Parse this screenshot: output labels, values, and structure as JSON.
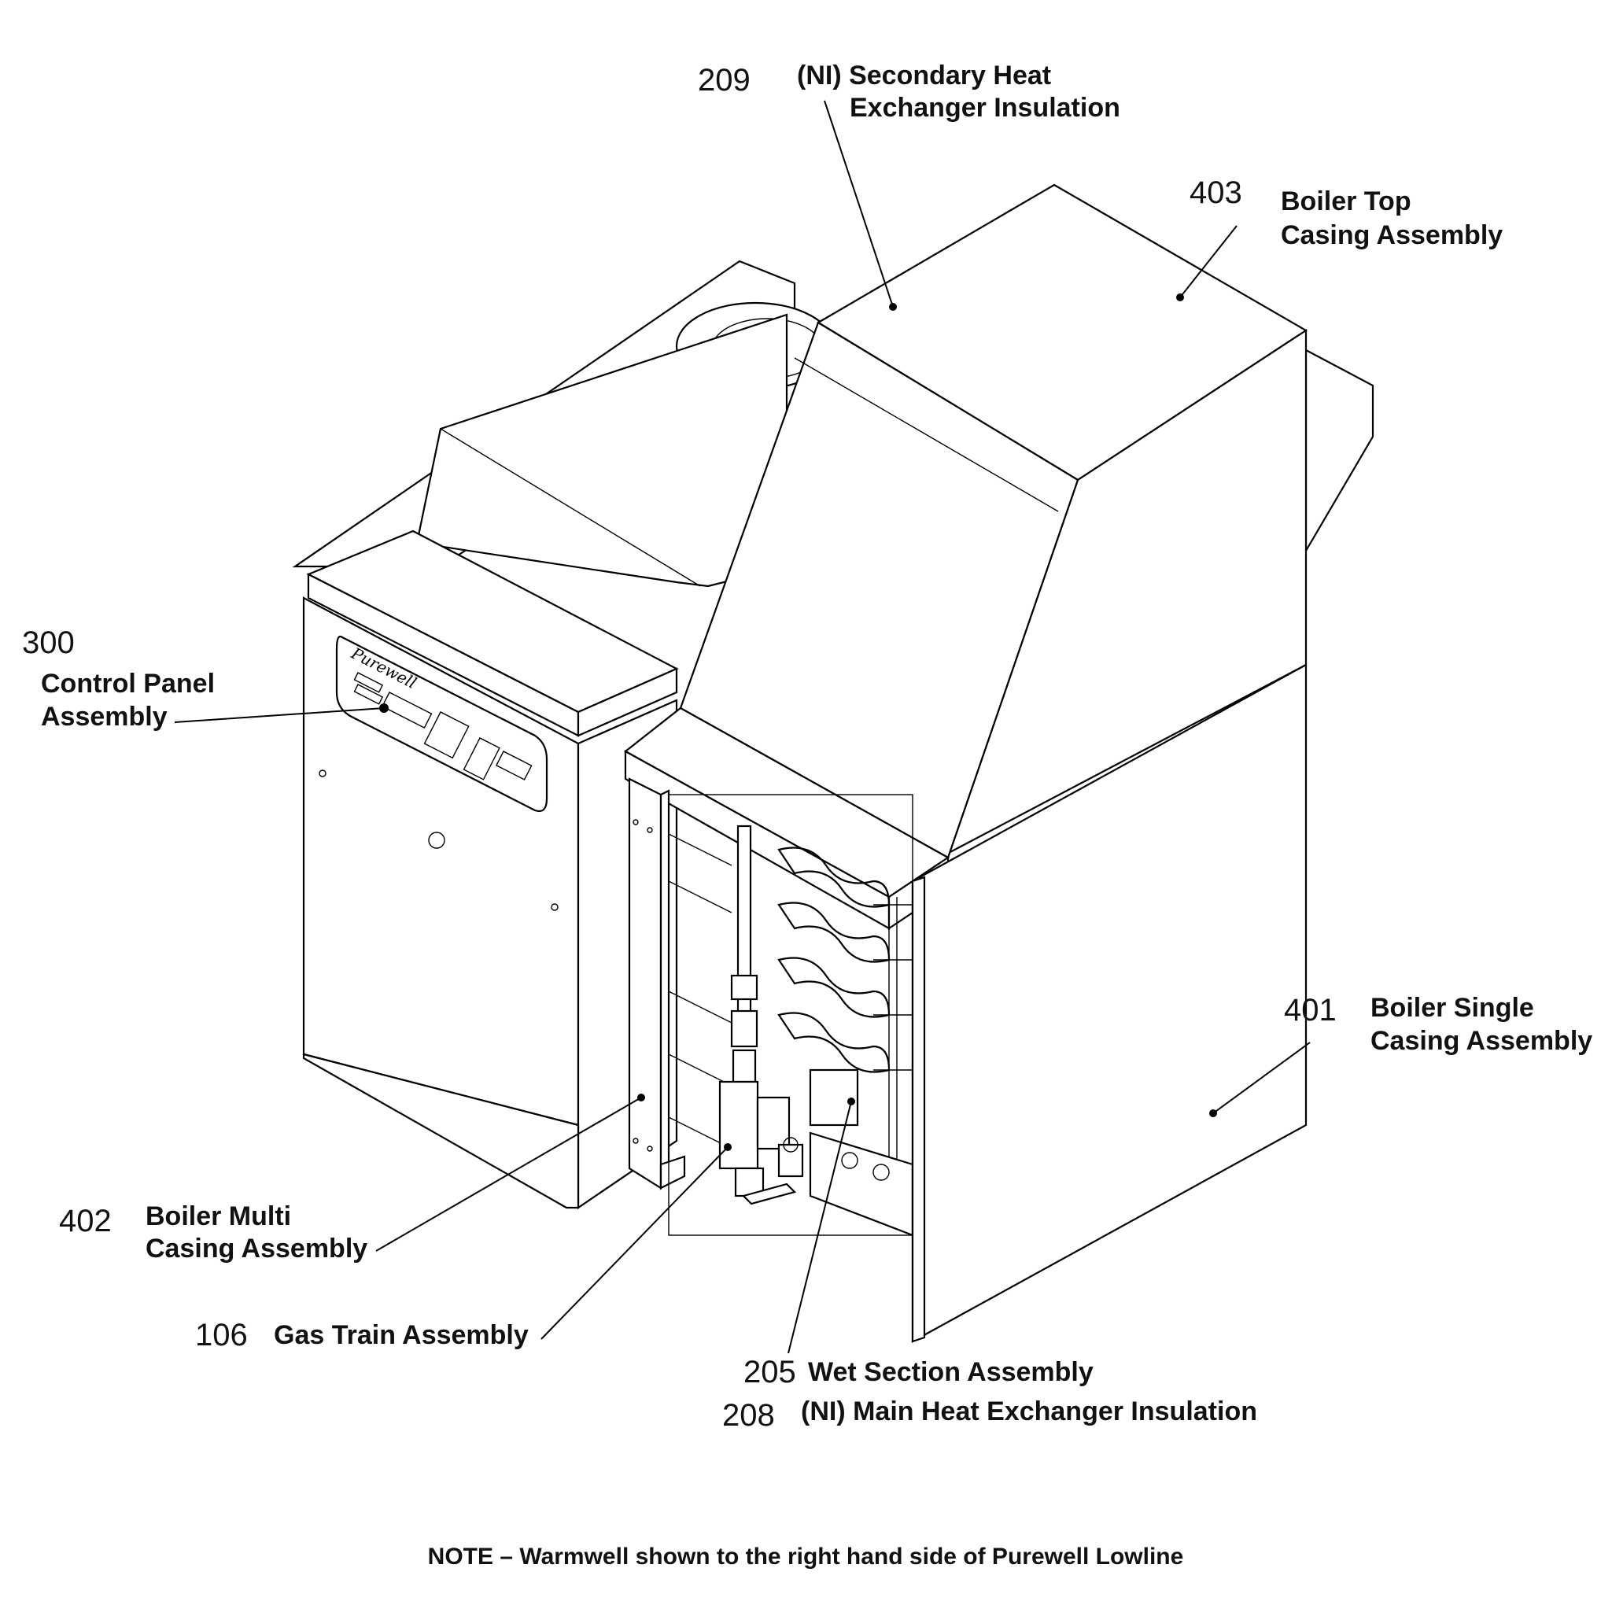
{
  "callouts": {
    "c209": {
      "number": "209",
      "line1": "(NI) Secondary Heat",
      "line2": "Exchanger Insulation"
    },
    "c403": {
      "number": "403",
      "line1": "Boiler Top",
      "line2": "Casing Assembly"
    },
    "c300": {
      "number": "300",
      "line1": "Control Panel",
      "line2": "Assembly"
    },
    "c401": {
      "number": "401",
      "line1": "Boiler Single",
      "line2": "Casing Assembly"
    },
    "c402": {
      "number": "402",
      "line1": "Boiler Multi",
      "line2": "Casing Assembly"
    },
    "c106": {
      "number": "106",
      "line1": "Gas Train Assembly"
    },
    "c205": {
      "number": "205",
      "line1": "Wet Section Assembly"
    },
    "c208": {
      "number": "208",
      "line1": "(NI) Main Heat Exchanger Insulation"
    }
  },
  "panel_brand": "Purewell",
  "note": "NOTE – Warmwell shown to the right hand side of Purewell Lowline"
}
